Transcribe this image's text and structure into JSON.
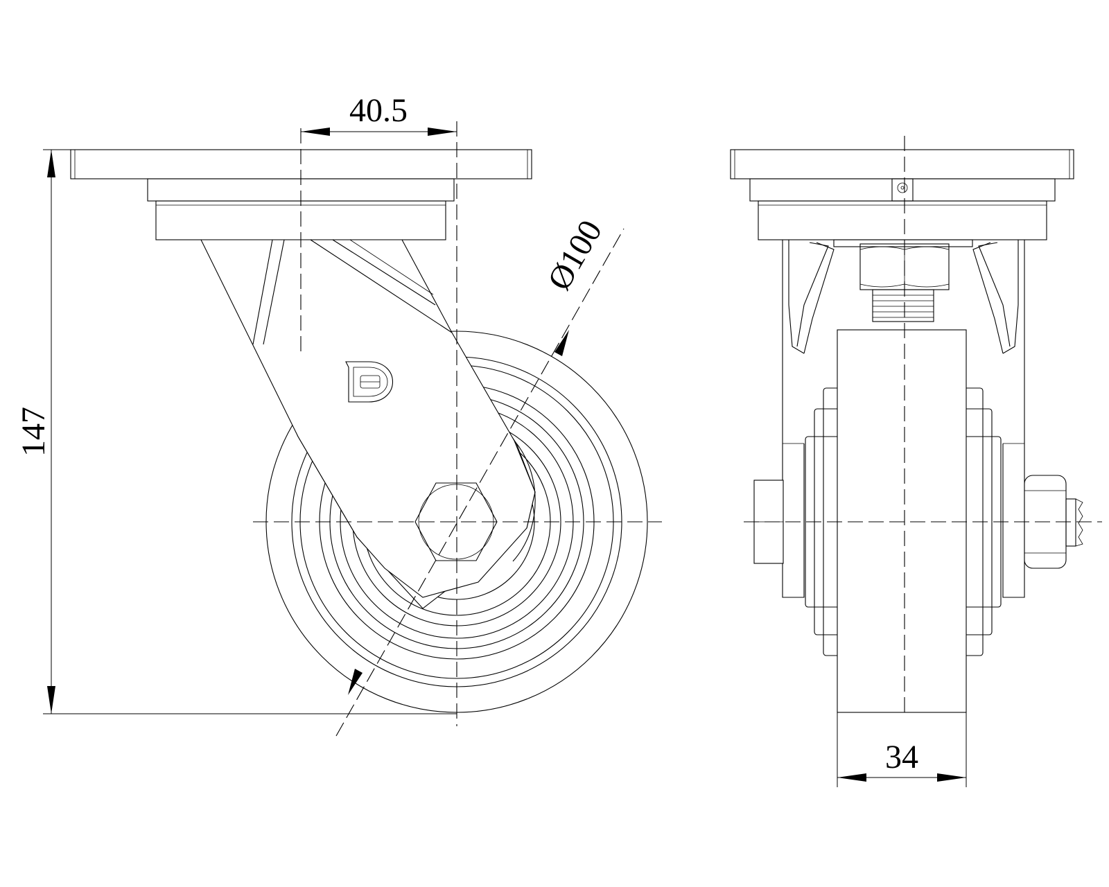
{
  "drawing": {
    "dimensions": {
      "offset": "40.5",
      "height": "147",
      "diameter": "Ø100",
      "width": "34"
    },
    "colors": {
      "line": "#000000",
      "background": "#ffffff"
    },
    "logo": "D"
  }
}
